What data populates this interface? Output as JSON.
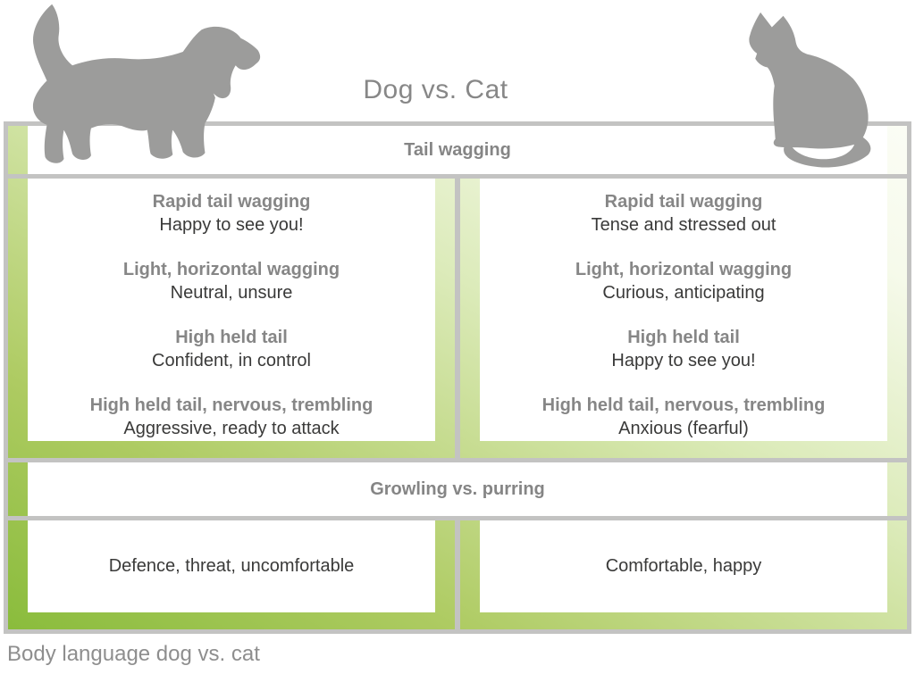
{
  "title": "Dog vs. Cat",
  "caption": "Body language dog vs. cat",
  "colors": {
    "silhouette_gray": "#9c9c9b",
    "border_gray": "#c3c3c2",
    "green_saturated": "#8abc3c",
    "green_light": "#fbfdf5",
    "header_text": "#858585",
    "signal_text": "#868686",
    "meaning_text": "#3a3a39",
    "title_text": "#878787"
  },
  "icons": {
    "dog": "dog-silhouette",
    "cat": "cat-silhouette"
  },
  "sections": [
    {
      "header": "Tail wagging",
      "dog": [
        {
          "signal": "Rapid tail wagging",
          "meaning": "Happy to see you!"
        },
        {
          "signal": "Light, horizontal wagging",
          "meaning": "Neutral, unsure"
        },
        {
          "signal": "High held tail",
          "meaning": "Confident, in control"
        },
        {
          "signal": "High held tail, nervous, trembling",
          "meaning": "Aggressive, ready to attack"
        }
      ],
      "cat": [
        {
          "signal": "Rapid tail wagging",
          "meaning": "Tense and stressed out"
        },
        {
          "signal": "Light, horizontal wagging",
          "meaning": "Curious, anticipating"
        },
        {
          "signal": "High held tail",
          "meaning": "Happy to see you!"
        },
        {
          "signal": "High held tail, nervous, trembling",
          "meaning": "Anxious (fearful)"
        }
      ]
    },
    {
      "header": "Growling vs. purring",
      "dog_meaning": "Defence, threat, uncomfortable",
      "cat_meaning": "Comfortable, happy"
    }
  ]
}
